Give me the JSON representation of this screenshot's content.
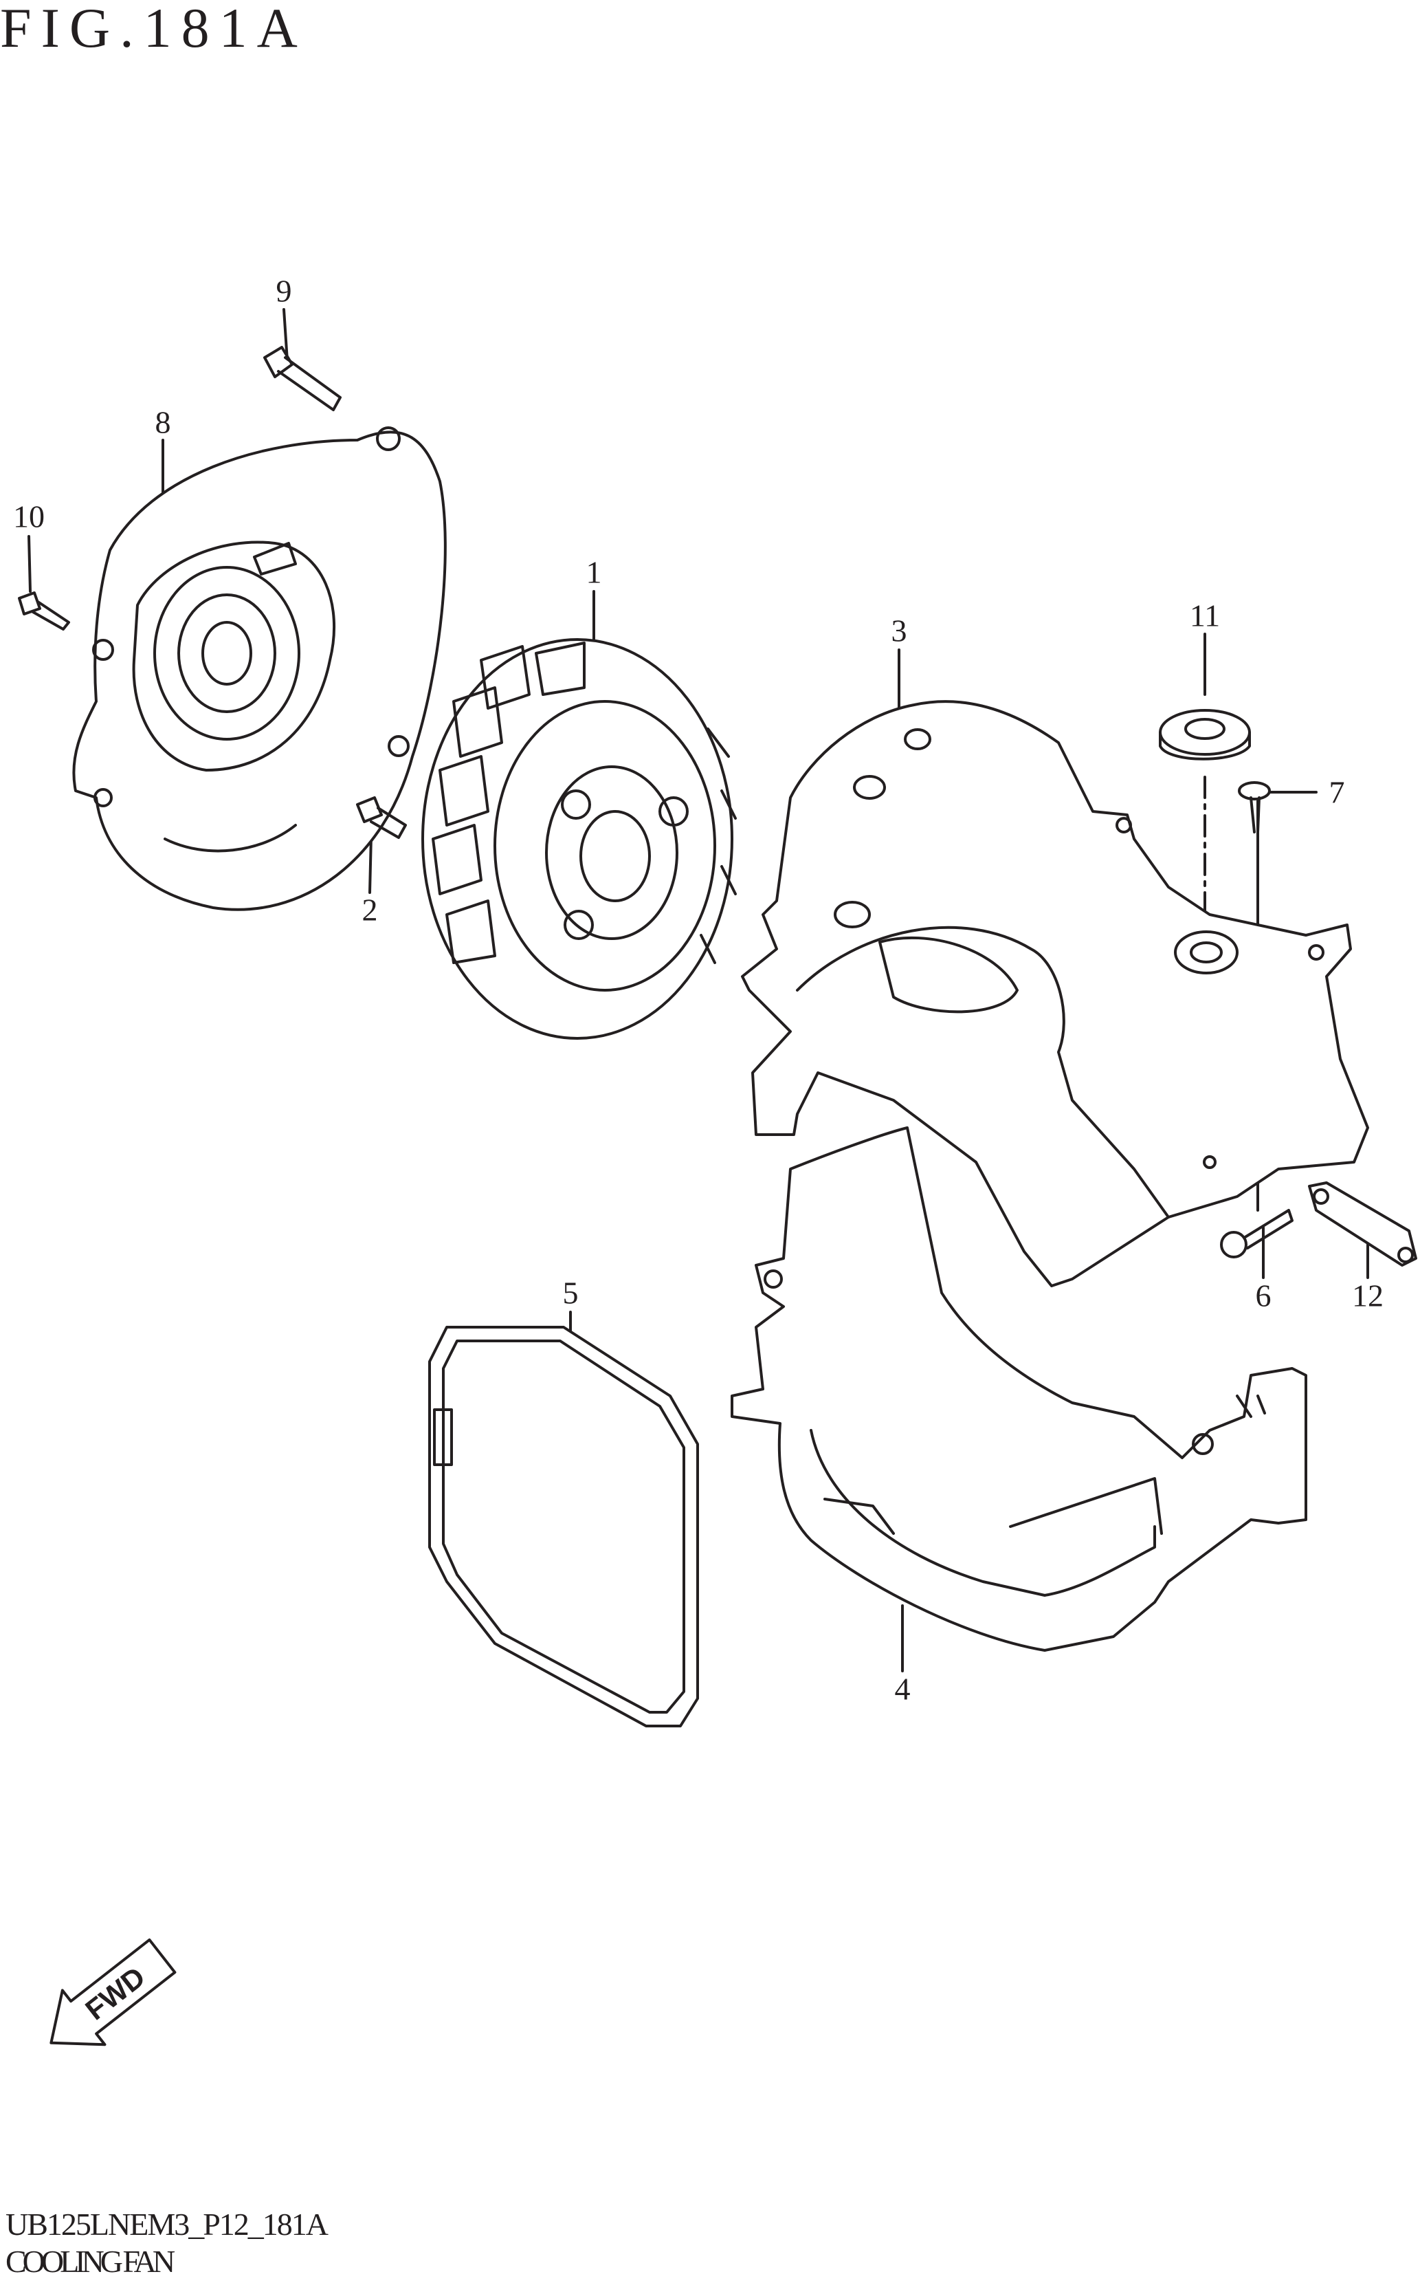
{
  "header": {
    "title": "FIG.181A"
  },
  "footer": {
    "code": "UB125LNEM3_P12_181A",
    "caption": "COOLING FAN"
  },
  "callouts": {
    "c1": "1",
    "c2": "2",
    "c3": "3",
    "c4": "4",
    "c5": "5",
    "c6": "6",
    "c7": "7",
    "c8": "8",
    "c9": "9",
    "c10": "10",
    "c11": "11",
    "c12": "12"
  },
  "direction_marker": {
    "label": "FWD"
  }
}
